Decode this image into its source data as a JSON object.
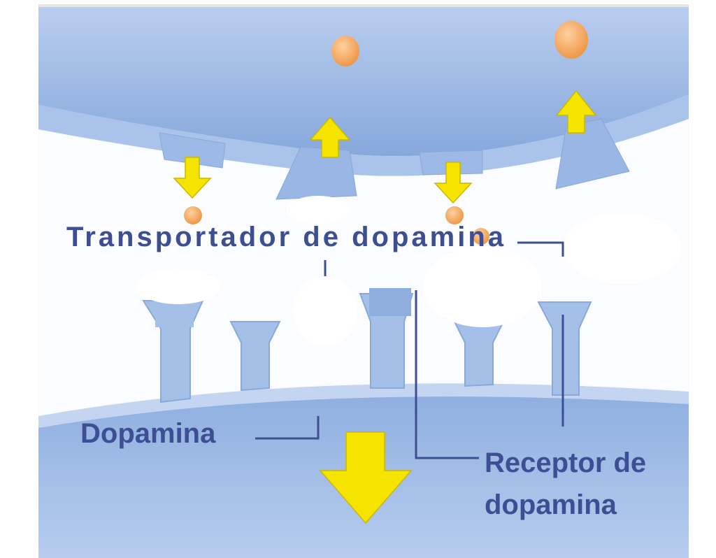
{
  "labels": {
    "transporter": "Transportador de dopamina",
    "dopamine": "Dopamina",
    "receptor_line1": "Receptor de",
    "receptor_line2": "dopamina"
  },
  "colors": {
    "cell": "#8fb0e0",
    "membrane": "#a9c3ea",
    "arrow": "#f5e400",
    "dopamine": "#f0a04a",
    "label": "#3d4f92"
  }
}
